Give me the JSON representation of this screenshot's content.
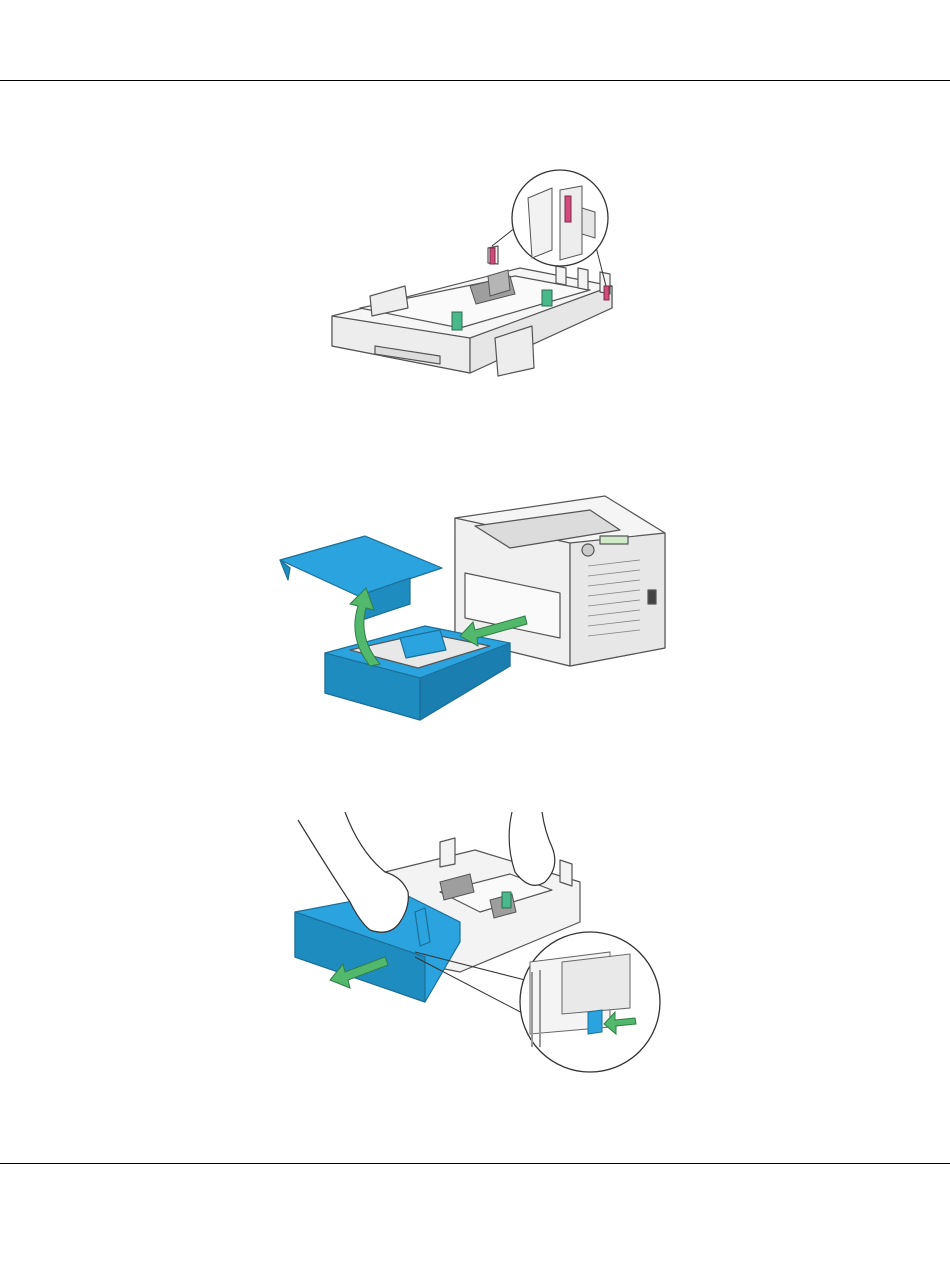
{
  "page": {
    "background": "#ffffff",
    "rule_color": "#000000"
  },
  "figures": [
    {
      "name": "paper-tray-with-guides",
      "icons": [
        "tray-icon",
        "magnifier-callout-icon",
        "paper-guide-icon"
      ]
    },
    {
      "name": "printer-remove-tray-cover",
      "icons": [
        "printer-icon",
        "tray-cover-icon",
        "arrow-icon"
      ]
    },
    {
      "name": "hands-extend-tray",
      "icons": [
        "hand-icon",
        "lock-lever-icon",
        "arrow-icon"
      ]
    }
  ],
  "colors": {
    "tray_blue": "#2aa3de",
    "arrow_green": "#52b86b",
    "guide_green": "#49b88a",
    "guide_pink": "#d24b7c",
    "tray_grey": "#f4f4f4",
    "line": "#555555"
  }
}
